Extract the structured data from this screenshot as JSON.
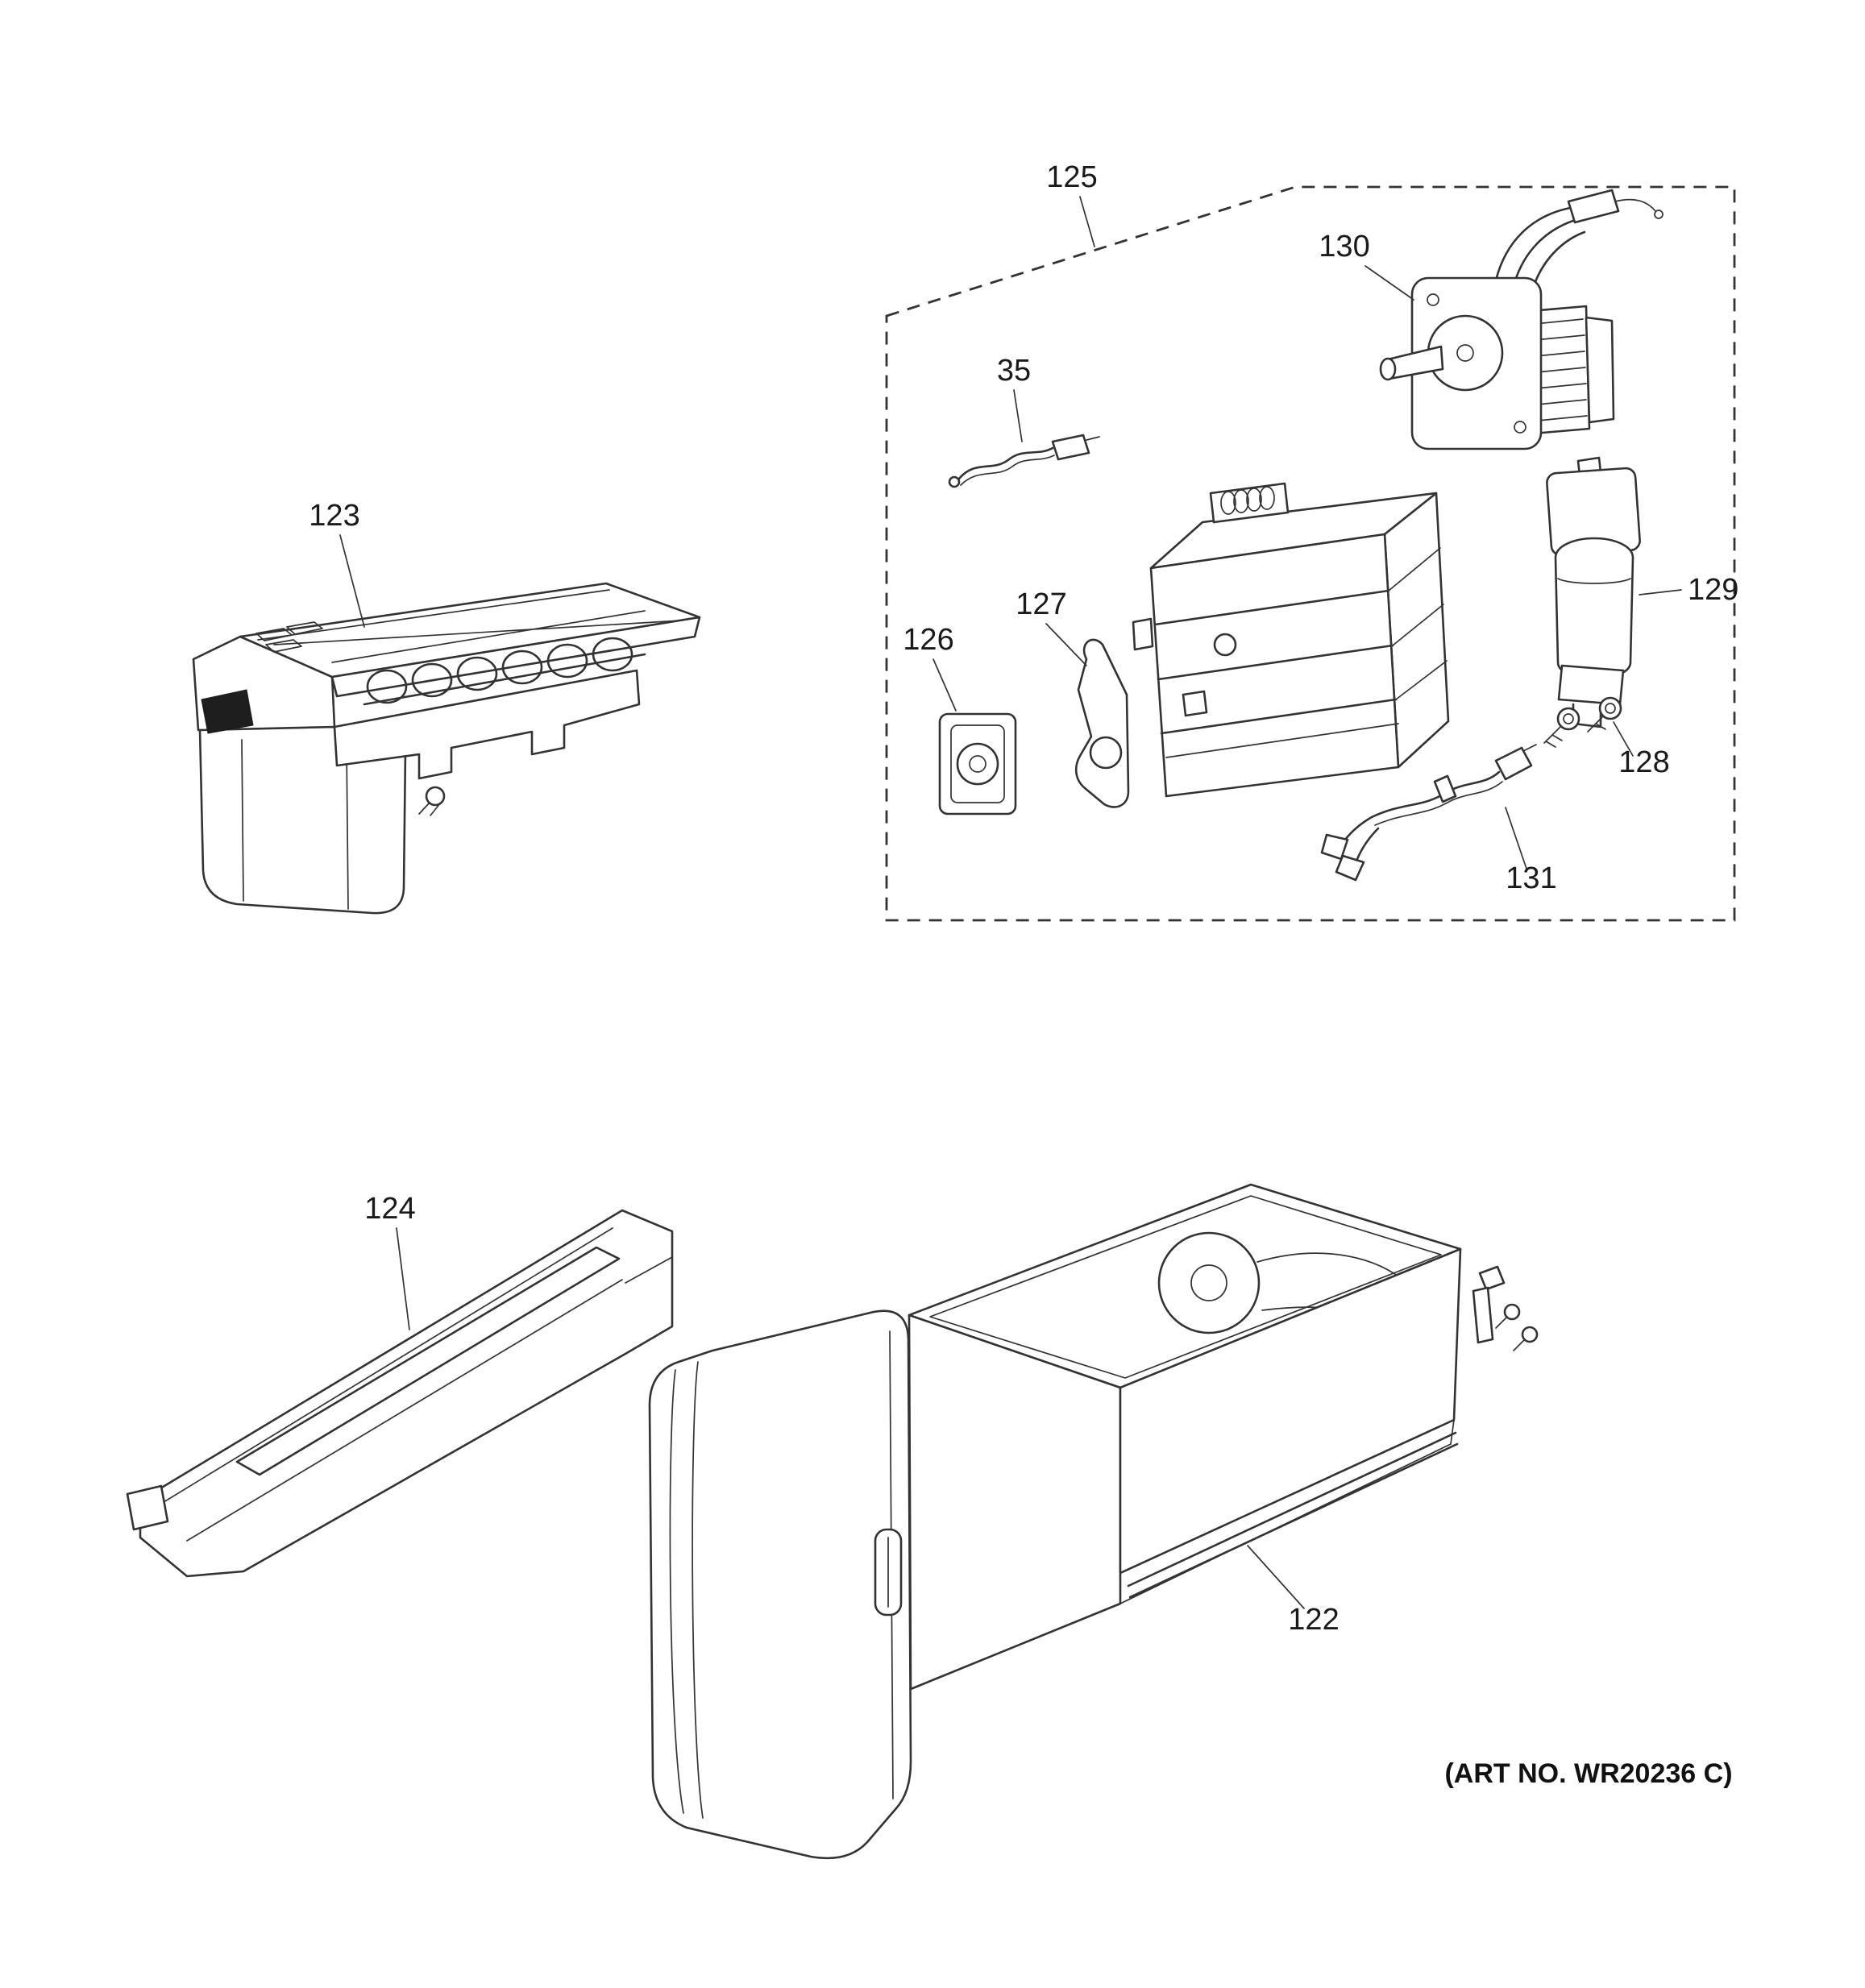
{
  "page": {
    "background_color": "#ffffff",
    "line_color": "#333333",
    "text_color": "#1a1a1a"
  },
  "diagram": {
    "art_no": "(ART NO. WR20236 C)",
    "labels": {
      "l35": "35",
      "l122": "122",
      "l123": "123",
      "l124": "124",
      "l125": "125",
      "l126": "126",
      "l127": "127",
      "l128": "128",
      "l129": "129",
      "l130": "130",
      "l131": "131"
    }
  }
}
